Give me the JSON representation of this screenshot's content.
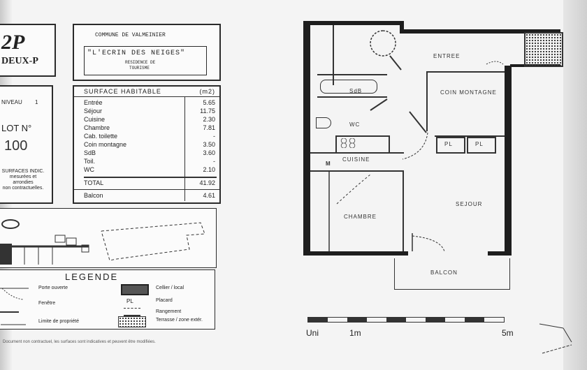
{
  "header_badge": {
    "code": "2P",
    "subtitle": "DEUX-P"
  },
  "project_box": {
    "commune": "COMMUNE DE VALMEINIER",
    "residence_name": "\"L'ECRIN DES NEIGES\"",
    "residence_label": "RESIDENCE DE",
    "residence_sub": "TOURISME"
  },
  "lot_box": {
    "level_label": "NIVEAU",
    "level_value": "1",
    "lot_label": "LOT N°",
    "lot_number": "100",
    "note_lines": [
      "SURFACES INDIC.",
      "mesurées et",
      "arrondies",
      "non contractuelles."
    ]
  },
  "surface_table": {
    "header_label": "SURFACE HABITABLE",
    "header_unit": "(m2)",
    "rows": [
      {
        "label": "Entrée",
        "value": "5.65"
      },
      {
        "label": "Séjour",
        "value": "11.75"
      },
      {
        "label": "Cuisine",
        "value": "2.30"
      },
      {
        "label": "Chambre",
        "value": "7.81"
      },
      {
        "label": "Cab. toilette",
        "value": "-"
      },
      {
        "label": "Coin montagne",
        "value": "3.50"
      },
      {
        "label": "SdB",
        "value": "3.60"
      },
      {
        "label": "Toil.",
        "value": "-"
      },
      {
        "label": "WC",
        "value": "2.10"
      }
    ],
    "total_label": "TOTAL",
    "total_value": "41.92",
    "balcony_label": "Balcon",
    "balcony_value": "4.61"
  },
  "legend": {
    "title": "LEGENDE",
    "items_left": [
      {
        "label": "Porte ouverte"
      },
      {
        "label": "Fenêtre"
      },
      {
        "label": "Limite de propriété"
      }
    ],
    "items_right": [
      {
        "symbol": "CELLIER",
        "label": "Cellier / local"
      },
      {
        "symbol": "PL",
        "label": "Placard"
      },
      {
        "symbol": "~",
        "label": "Rangement"
      },
      {
        "symbol": "::::",
        "label": "Terrasse / zone extér."
      }
    ]
  },
  "footer_note": "Document non contractuel, les surfaces sont indicatives et peuvent être modifiées.",
  "floor_plan": {
    "rooms": {
      "entree": "ENTREE",
      "coin_montagne": "COIN MONTAGNE",
      "sdb": "SdB",
      "wc": "WC",
      "cuisine": "CUISINE",
      "chambre": "CHAMBRE",
      "sejour": "SEJOUR",
      "balcon": "BALCON",
      "placard_left": "PL",
      "placard_right": "PL",
      "small_m": "M"
    },
    "scale": {
      "start_label": "Uni",
      "mid_label": "1m",
      "end_label": "5m"
    }
  }
}
